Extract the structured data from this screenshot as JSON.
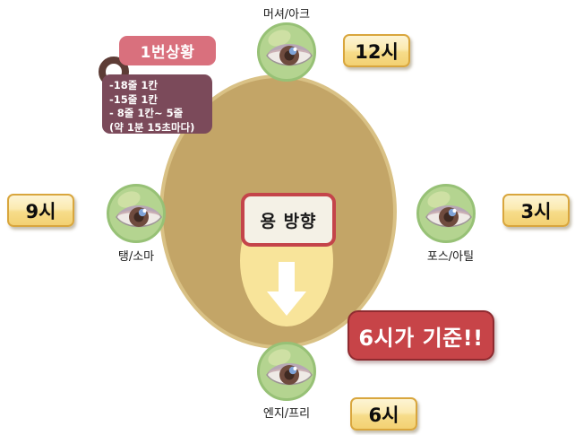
{
  "diagram": {
    "title_alt": "레이드 위치 안내 다이어그램",
    "center": {
      "label": "용 방향",
      "arrow_icon": "down-arrow-icon",
      "arrow_direction": "down"
    },
    "callout": {
      "header": "1번상황",
      "ring_icon": "ring-marker-icon",
      "lines": [
        "-18줄 1칸",
        "-15줄 1칸",
        "- 8줄 1칸~ 5줄",
        "(약 1분 15초마다)"
      ]
    },
    "emphasis": {
      "text": "6시가 기준!!"
    },
    "positions": [
      {
        "id": "top",
        "clock_label": "12시",
        "member_label": "머셔/아크",
        "icon": "eye-icon"
      },
      {
        "id": "right",
        "clock_label": "3시",
        "member_label": "포스/아틸",
        "icon": "eye-icon"
      },
      {
        "id": "bottom",
        "clock_label": "6시",
        "member_label": "엔지/프리",
        "icon": "eye-icon"
      },
      {
        "id": "left",
        "clock_label": "9시",
        "member_label": "탱/소마",
        "icon": "eye-icon"
      }
    ],
    "colors": {
      "background": "#ffffff",
      "ring_tan": "#c3a567",
      "ring_tan_border": "#d9c185",
      "inner_yellow": "#f8e49a",
      "eye_green": "#b4d490",
      "eye_green_border": "#97c176",
      "clock_button_border": "#d9a63d",
      "clock_button_fill": "#f6dc8a",
      "emphasis_red": "#c74448",
      "callout_header_pink": "#d9707d",
      "callout_body_purple": "#7b4a5a",
      "callout_ring_brown": "#5d3c36",
      "center_box_border": "#c4444a",
      "center_box_fill": "#f4f1e6",
      "arrow_white": "#ffffff"
    }
  }
}
